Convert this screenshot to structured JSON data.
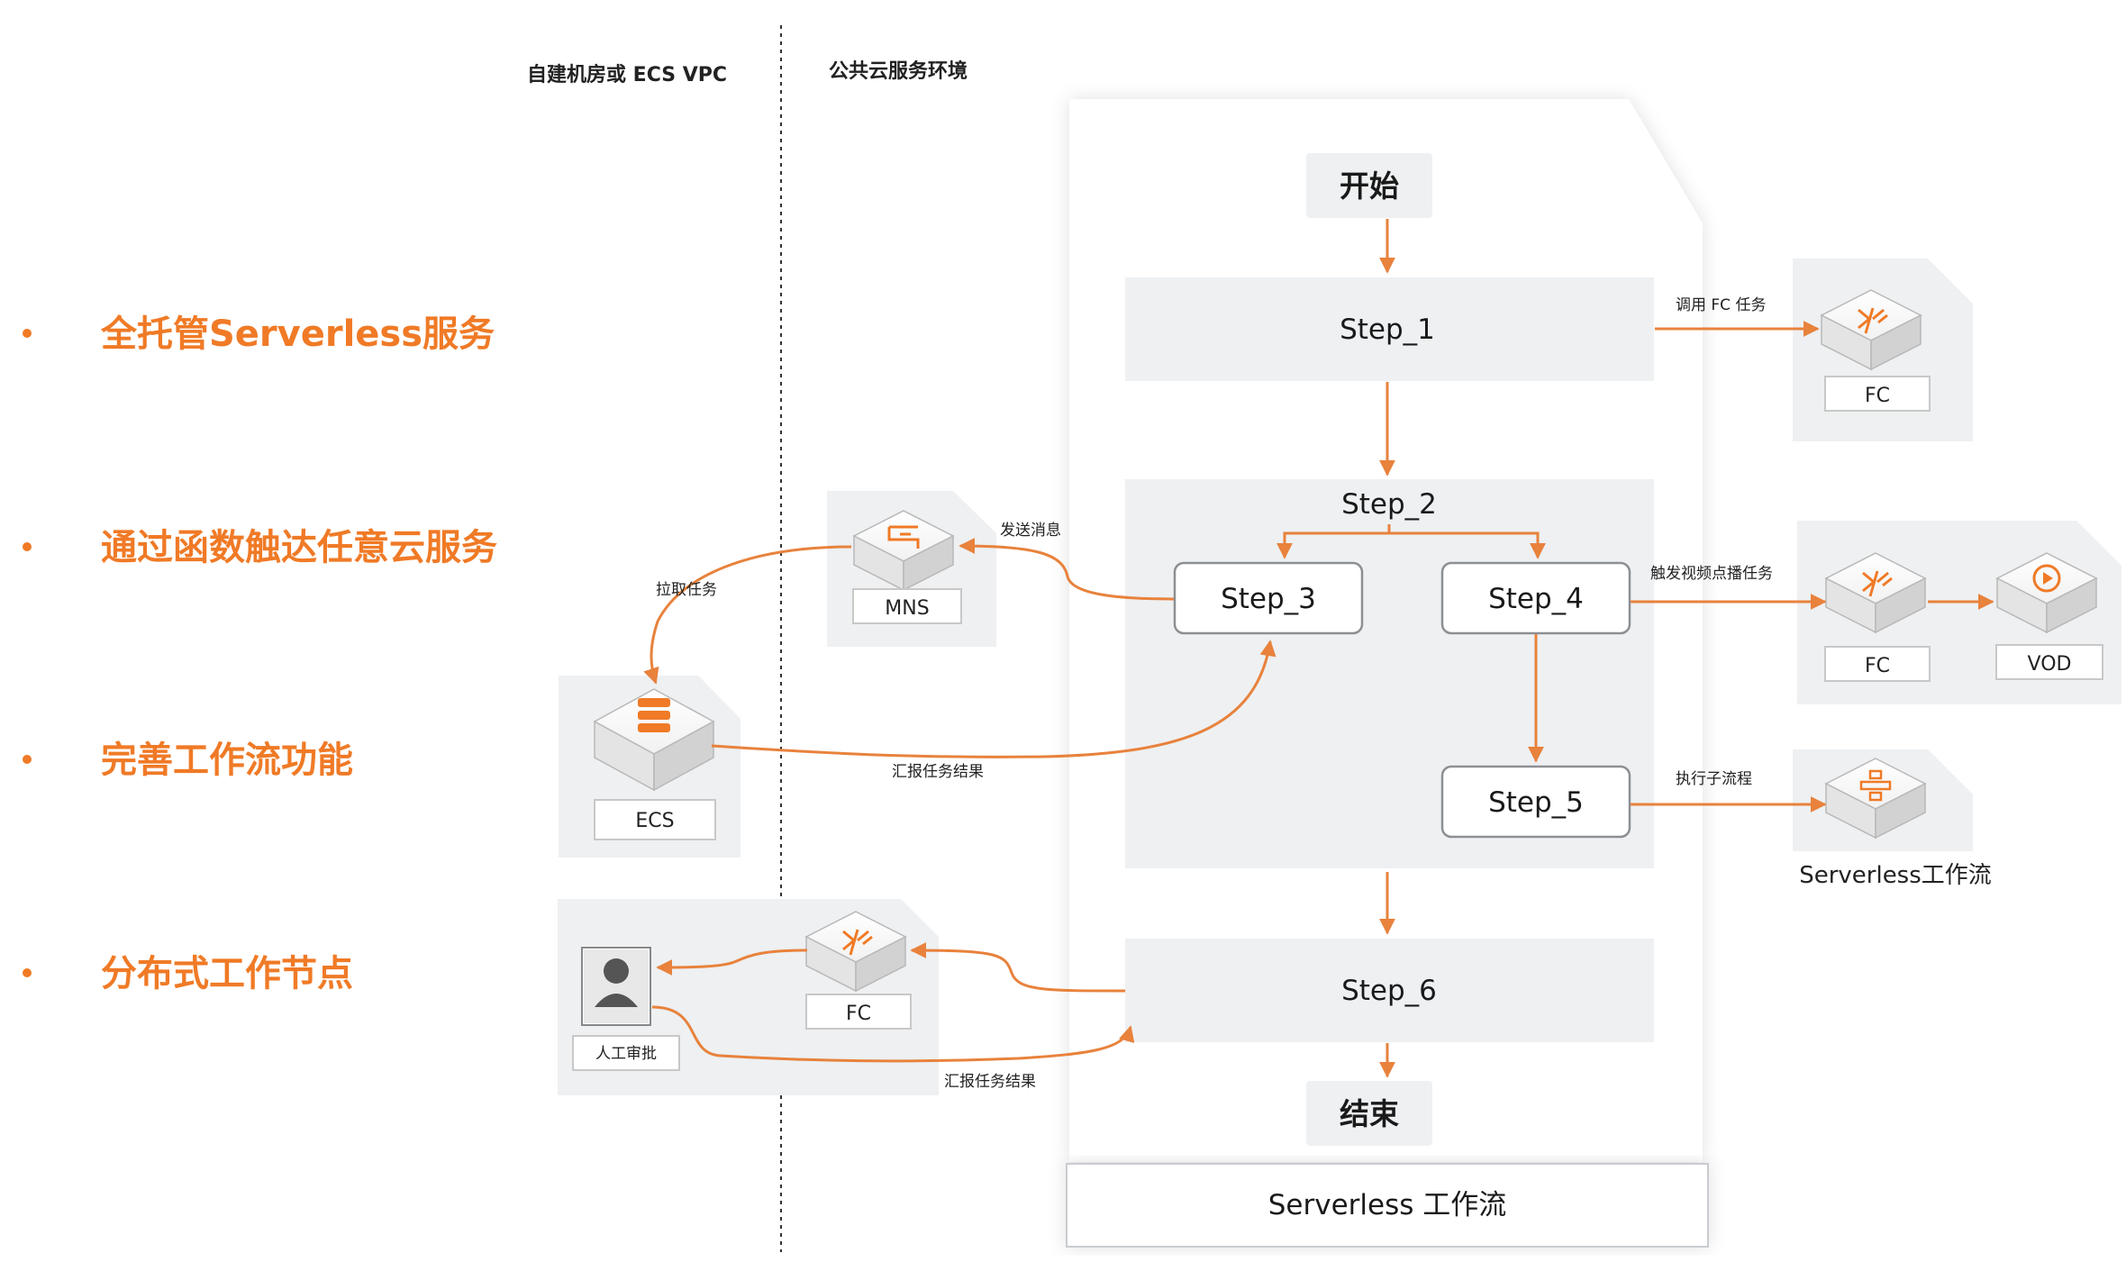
{
  "bullets": [
    "全托管Serverless服务",
    "通过函数触达任意云服务",
    "完善工作流功能",
    "分布式工作节点"
  ],
  "zones": {
    "left": "自建机房或 ECS VPC",
    "right": "公共云服务环境"
  },
  "workflow": {
    "start": "开始",
    "end": "结束",
    "footer": "Serverless 工作流",
    "steps": {
      "s1": "Step_1",
      "s2": "Step_2",
      "s3": "Step_3",
      "s4": "Step_4",
      "s5": "Step_5",
      "s6": "Step_6"
    }
  },
  "services": {
    "fc1": "FC",
    "fc2": "FC",
    "vod": "VOD",
    "mns": "MNS",
    "ecs": "ECS",
    "fc3": "FC",
    "sub": "Serverless工作流",
    "human": "人工审批"
  },
  "edge_labels": {
    "invoke_fc": "调用 FC 任务",
    "trigger_vod": "触发视频点播任务",
    "exec_sub": "执行子流程",
    "send_msg": "发送消息",
    "pull_task": "拉取任务",
    "report1": "汇报任务结果",
    "report2": "汇报任务结果"
  },
  "colors": {
    "accent": "#F07A26",
    "edge": "#E8823C",
    "panel": "#EEF0F2"
  }
}
